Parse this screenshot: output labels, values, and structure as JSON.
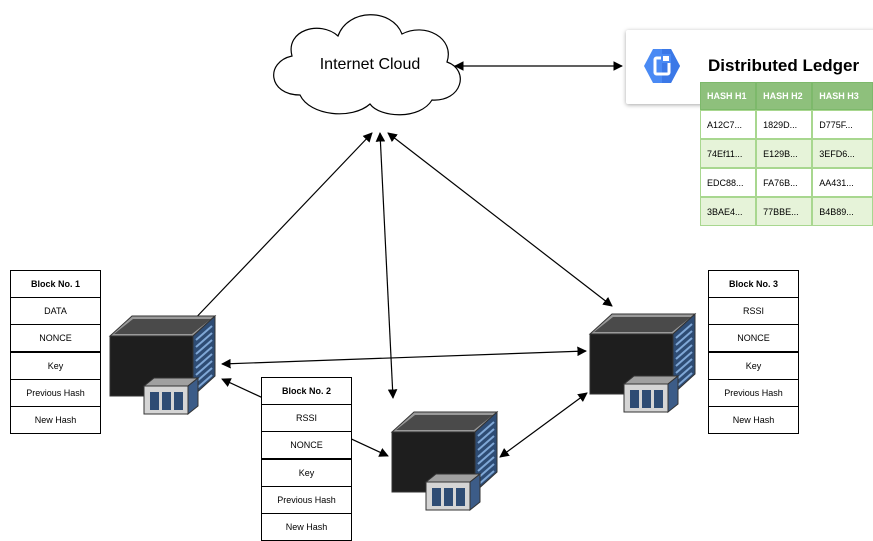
{
  "cloud": {
    "label": "Internet Cloud"
  },
  "ledger": {
    "title": "Distributed Ledger",
    "icon": "ledger-logo-icon",
    "accent": "#4a8af4",
    "headers": [
      "HASH H1",
      "HASH H2",
      "HASH H3"
    ],
    "rows": [
      [
        "A12C7...",
        "1829D...",
        "D775F..."
      ],
      [
        "74Ef11...",
        "E129B...",
        "3EFD6..."
      ],
      [
        "EDC88...",
        "FA76B...",
        "AA431..."
      ],
      [
        "3BAE4...",
        "77BBE...",
        "B4B89..."
      ]
    ]
  },
  "blocks": [
    {
      "title": "Block No. 1",
      "fields": [
        "DATA",
        "NONCE",
        "Key",
        "Previous Hash",
        "New Hash"
      ]
    },
    {
      "title": "Block No. 2",
      "fields": [
        "RSSI",
        "NONCE",
        "Key",
        "Previous Hash",
        "New Hash"
      ]
    },
    {
      "title": "Block No. 3",
      "fields": [
        "RSSI",
        "NONCE",
        "Key",
        "Previous Hash",
        "New Hash"
      ]
    }
  ],
  "nodes": [
    "building-icon",
    "building-icon",
    "building-icon"
  ]
}
